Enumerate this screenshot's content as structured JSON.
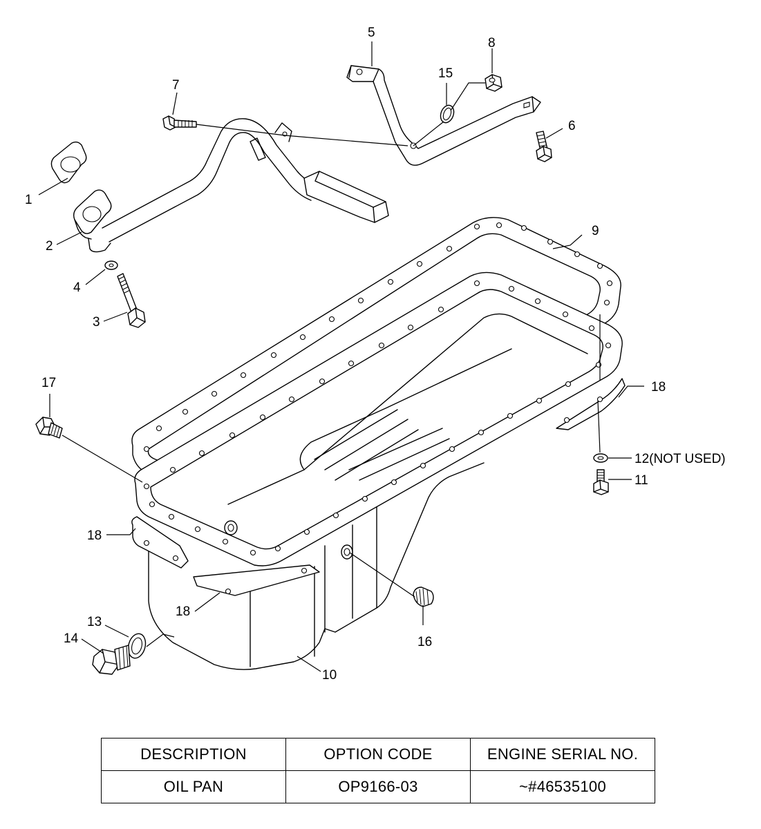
{
  "callouts": {
    "c1": "1",
    "c2": "2",
    "c3": "3",
    "c4": "4",
    "c5": "5",
    "c6": "6",
    "c7": "7",
    "c8": "8",
    "c9": "9",
    "c10": "10",
    "c11": "11",
    "c12": "12(NOT USED)",
    "c13": "13",
    "c14": "14",
    "c15": "15",
    "c16": "16",
    "c17": "17",
    "c18a": "18",
    "c18b": "18",
    "c18c": "18"
  },
  "table": {
    "headers": [
      "DESCRIPTION",
      "OPTION CODE",
      "ENGINE SERIAL NO."
    ],
    "row": [
      "OIL PAN",
      "OP9166-03",
      "~#46535100"
    ]
  }
}
